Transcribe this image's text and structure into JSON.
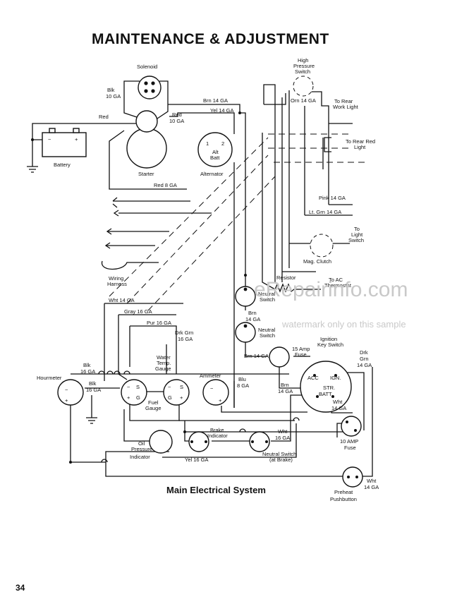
{
  "header": "MAINTENANCE & ADJUSTMENT",
  "caption": "Main Electrical System",
  "page_number": "34",
  "watermark": {
    "line1": "eRepairinfo.com",
    "line2": "watermark only on this sample"
  },
  "components": {
    "solenoid": "Solenoid",
    "battery": "Battery",
    "battery_minus": "−",
    "battery_plus": "+",
    "starter": "Starter",
    "alternator": "Alternator",
    "alt_batt_1": "Alt",
    "alt_batt_2": "Batt",
    "alt_term_1": "1",
    "alt_term_2": "2",
    "high_pressure_1": "High",
    "high_pressure_2": "Pressure",
    "high_pressure_3": "Switch",
    "rear_work_1": "To Rear",
    "rear_work_2": "Work Light",
    "rear_red_1": "To Rear Red",
    "rear_red_2": "Light",
    "light_switch_1": "To",
    "light_switch_2": "Light",
    "light_switch_3": "Switch",
    "mag_clutch": "Mag. Clutch",
    "wiring_harness_1": "Wiring",
    "wiring_harness_2": "Harness",
    "resistor": "Resistor",
    "ac_thermostat_1": "To AC",
    "ac_thermostat_2": "Thermostat",
    "neutral_switch_1": "Neutral",
    "neutral_switch_2": "Switch",
    "fuse_15_1": "15 Amp",
    "fuse_15_2": "Fuse",
    "ignition_1": "Ignition",
    "ignition_2": "Key Switch",
    "acc": "ACC",
    "ign": "IGN.",
    "str": "STR.",
    "batt": "BATT.",
    "hourmeter": "Hourmeter",
    "water_temp_1": "Water",
    "water_temp_2": "Temp.",
    "water_temp_3": "Gauge",
    "fuel_gauge_1": "Fuel",
    "fuel_gauge_2": "Gauge",
    "ammeter": "Ammeter",
    "oil_pressure_1": "Oil",
    "oil_pressure_2": "Pressure",
    "oil_pressure_3": "Indicator",
    "brake_indicator_1": "Brake",
    "brake_indicator_2": "Indicator",
    "neutral_brake_1": "Neutral Switch",
    "neutral_brake_2": "(at Brake)",
    "fuse_10_1": "10 AMP",
    "fuse_10_2": "Fuse",
    "preheat_1": "Preheat",
    "preheat_2": "Pushbutton",
    "term_s": "S",
    "term_g": "G",
    "term_minus": "−",
    "term_plus": "+"
  },
  "wires": {
    "blk_10": "Blk",
    "blk_10_ga": "10 GA",
    "red": "Red",
    "red_10": "Red",
    "red_10_ga": "10 GA",
    "brn_14": "Brn 14 GA",
    "yel_14": "Yel 14 GA",
    "orn_14": "Orn 14 GA",
    "red_8": "Red 8 GA",
    "pink_14": "Pink 14 GA",
    "ltgrn_14": "Lt. Grn 14 GA",
    "wht_14": "Wht 14 GA",
    "gray_16": "Gray 16 GA",
    "pur_16": "Pur 16 GA",
    "drkgrn_16": "Drk Grn",
    "drkgrn_16_ga": "16 GA",
    "brn_14_a": "Brn",
    "brn_14_a_ga": "14 GA",
    "brn_14_b": "Brn 14 GA",
    "brn_14_c": "Brn",
    "brn_14_c_ga": "14 GA",
    "drkgrn_14": "Drk",
    "drkgrn_14_b": "Grn",
    "drkgrn_14_ga": "14 GA",
    "wht_14_b": "Wht",
    "wht_14_b_ga": "14 GA",
    "blk_16_a": "Blk",
    "blk_16_a_ga": "16 GA",
    "blk_16_b": "Blk",
    "blk_16_b_ga": "16 GA",
    "blu_8": "Blu",
    "blu_8_ga": "8 GA",
    "wht_16": "Wht",
    "wht_16_ga": "16 GA",
    "yel_16": "Yel 16 GA",
    "wht_14_c": "Wht",
    "wht_14_c_ga": "14 GA"
  }
}
